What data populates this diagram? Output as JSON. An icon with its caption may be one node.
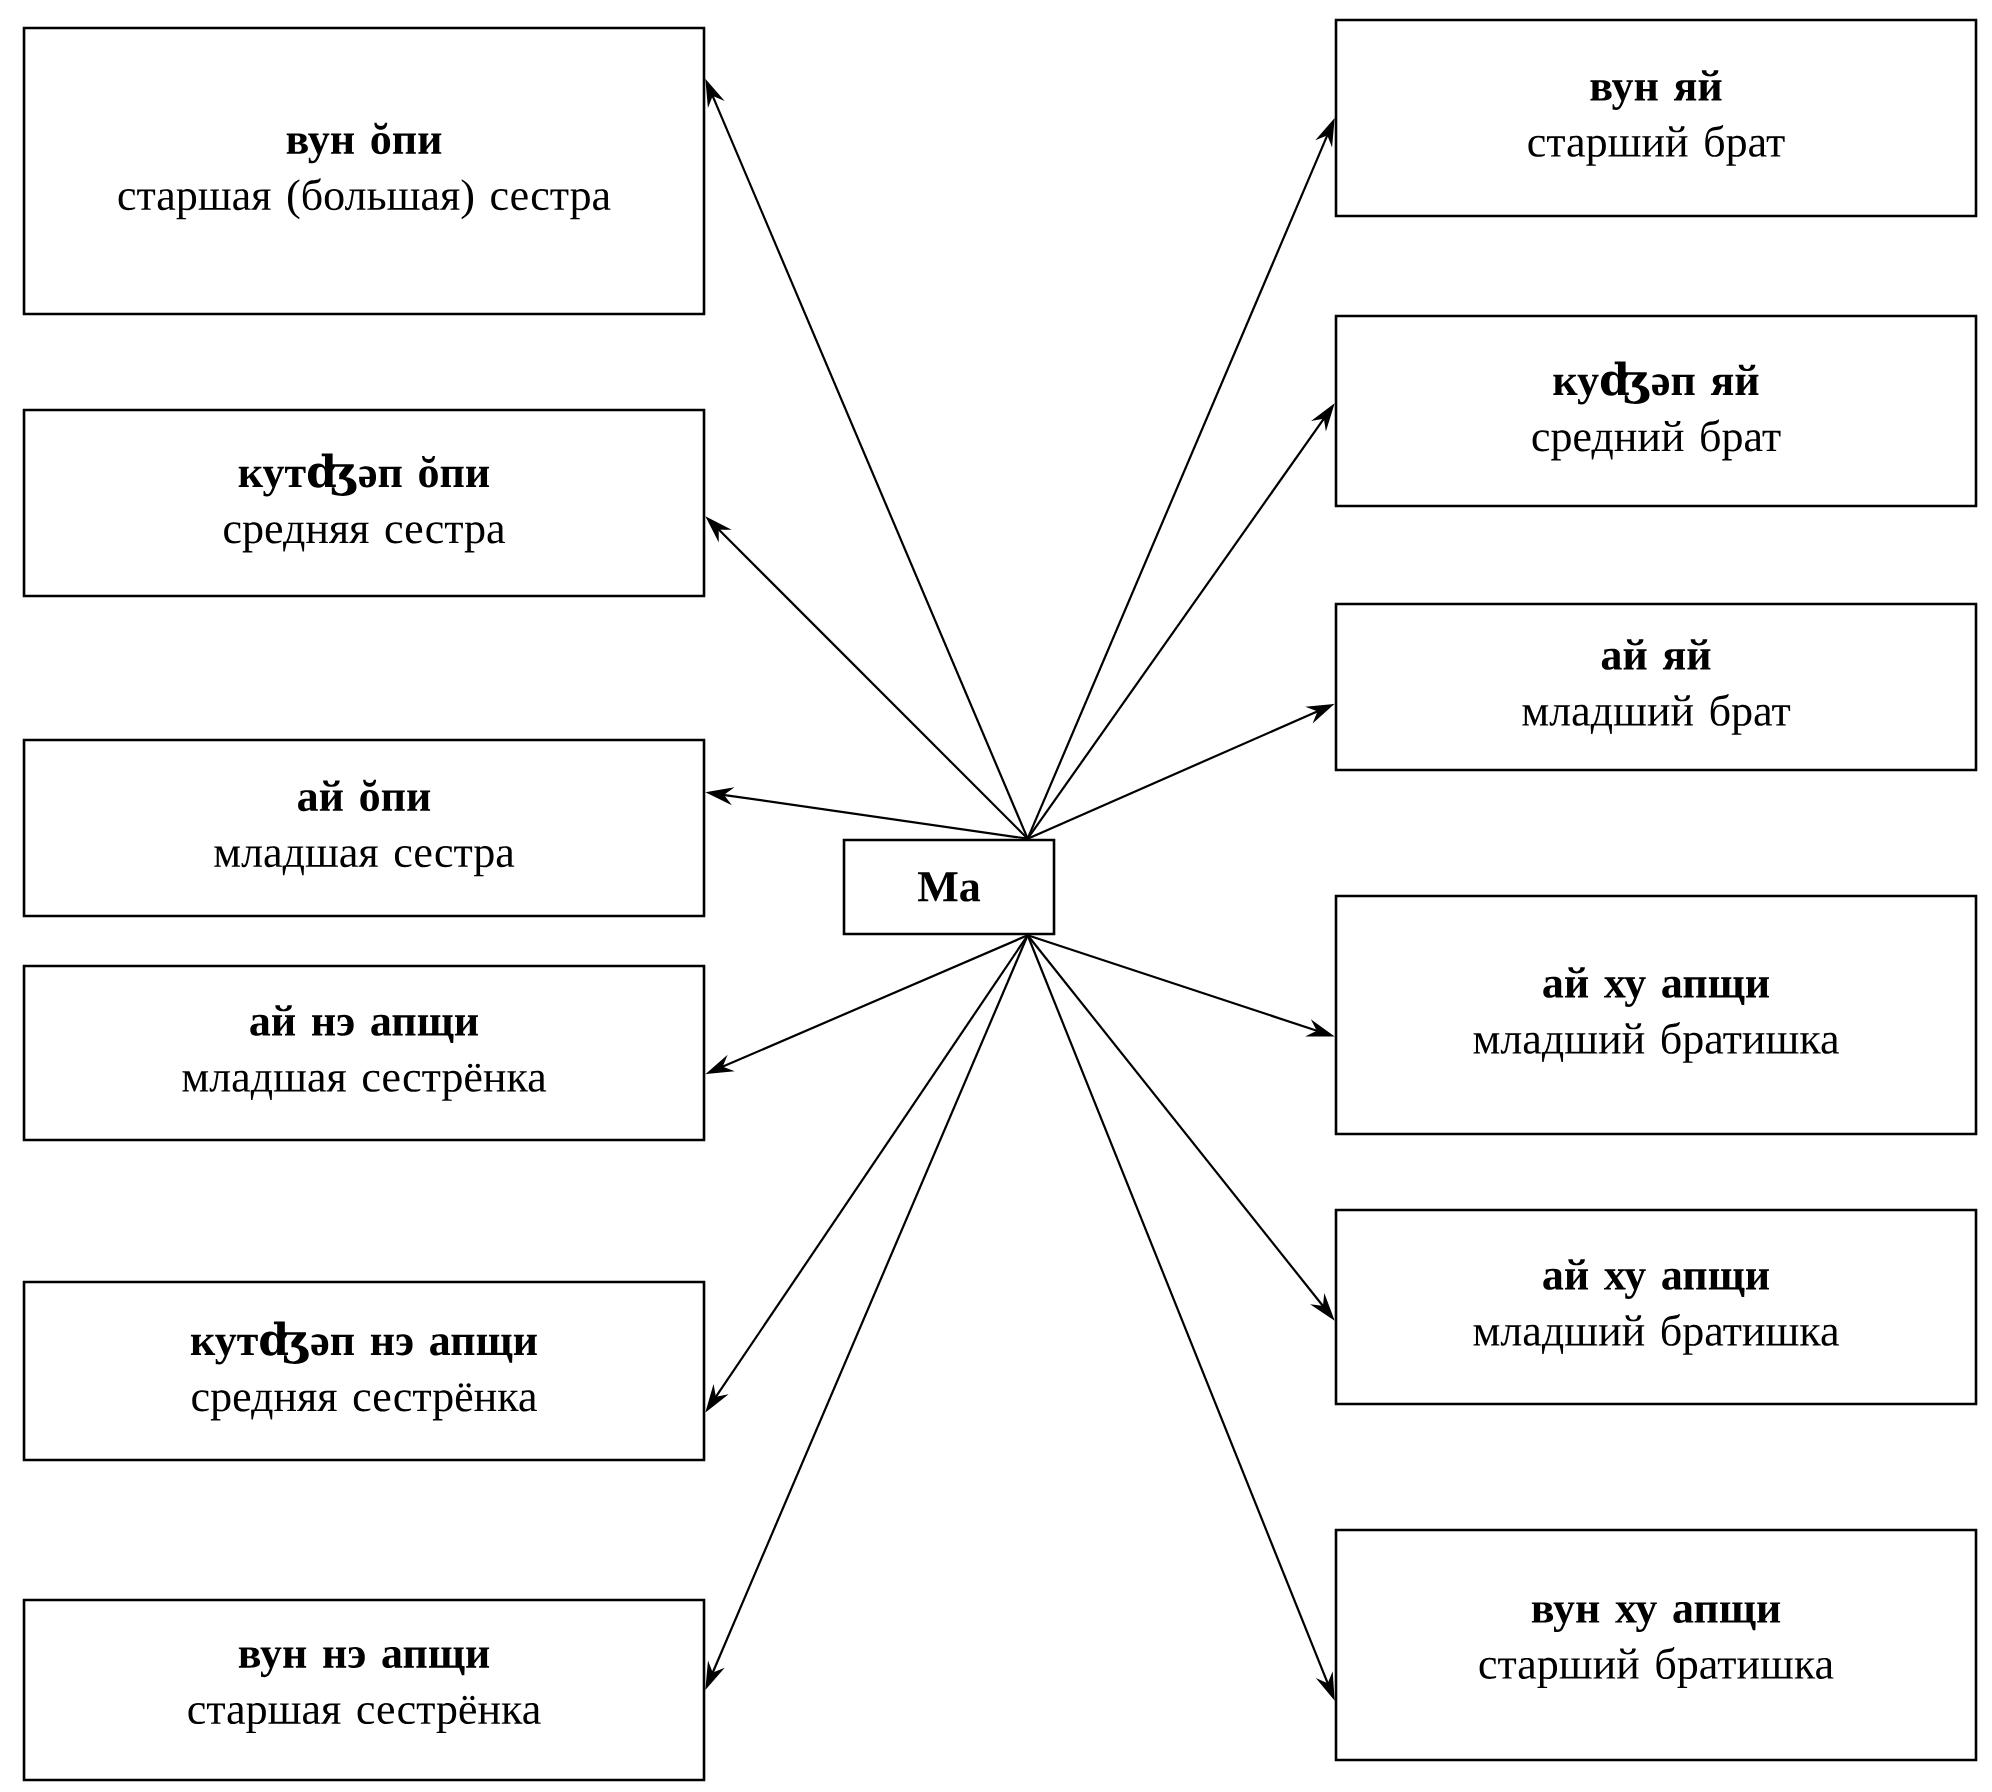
{
  "diagram": {
    "nodes": [
      {
        "text": [
          "Ма"
        ]
      },
      {
        "text": [
          "вун ŏпи",
          "старшая (большая) сестра"
        ]
      },
      {
        "text": [
          "кутʤәп ŏпи",
          "средняя сестра"
        ]
      },
      {
        "text": [
          "ай ŏпи",
          "младшая сестра"
        ]
      },
      {
        "text": [
          "ай нэ апщи",
          "младшая сестрёнка"
        ]
      },
      {
        "text": [
          "кутʤәп нэ апщи",
          "средняя сестрёнка"
        ]
      },
      {
        "text": [
          "вун нэ апщи",
          "старшая сестрёнка"
        ]
      },
      {
        "text": [
          "вун яй",
          "старший брат"
        ]
      },
      {
        "text": [
          "куʤәп яй",
          "средний брат"
        ]
      },
      {
        "text": [
          "ай яй",
          "младший брат"
        ]
      },
      {
        "text": [
          "ай ху апщи",
          "младший братишка"
        ]
      },
      {
        "text": [
          "ай ху апщи",
          "младший братишка"
        ]
      },
      {
        "text": [
          "вун ху апщи",
          "старший братишка"
        ]
      }
    ],
    "edges": [
      {
        "from": 0,
        "to": 1,
        "arrow": "to"
      },
      {
        "from": 0,
        "to": 2,
        "arrow": "to"
      },
      {
        "from": 0,
        "to": 3,
        "arrow": "to"
      },
      {
        "from": 0,
        "to": 4,
        "arrow": "to"
      },
      {
        "from": 0,
        "to": 5,
        "arrow": "to"
      },
      {
        "from": 0,
        "to": 6,
        "arrow": "to"
      },
      {
        "from": 0,
        "to": 7,
        "arrow": "to"
      },
      {
        "from": 0,
        "to": 8,
        "arrow": "to"
      },
      {
        "from": 0,
        "to": 9,
        "arrow": "to"
      },
      {
        "from": 0,
        "to": 10,
        "arrow": "to"
      },
      {
        "from": 0,
        "to": 11,
        "arrow": "to"
      },
      {
        "from": 0,
        "to": 12,
        "arrow": "to"
      }
    ]
  }
}
